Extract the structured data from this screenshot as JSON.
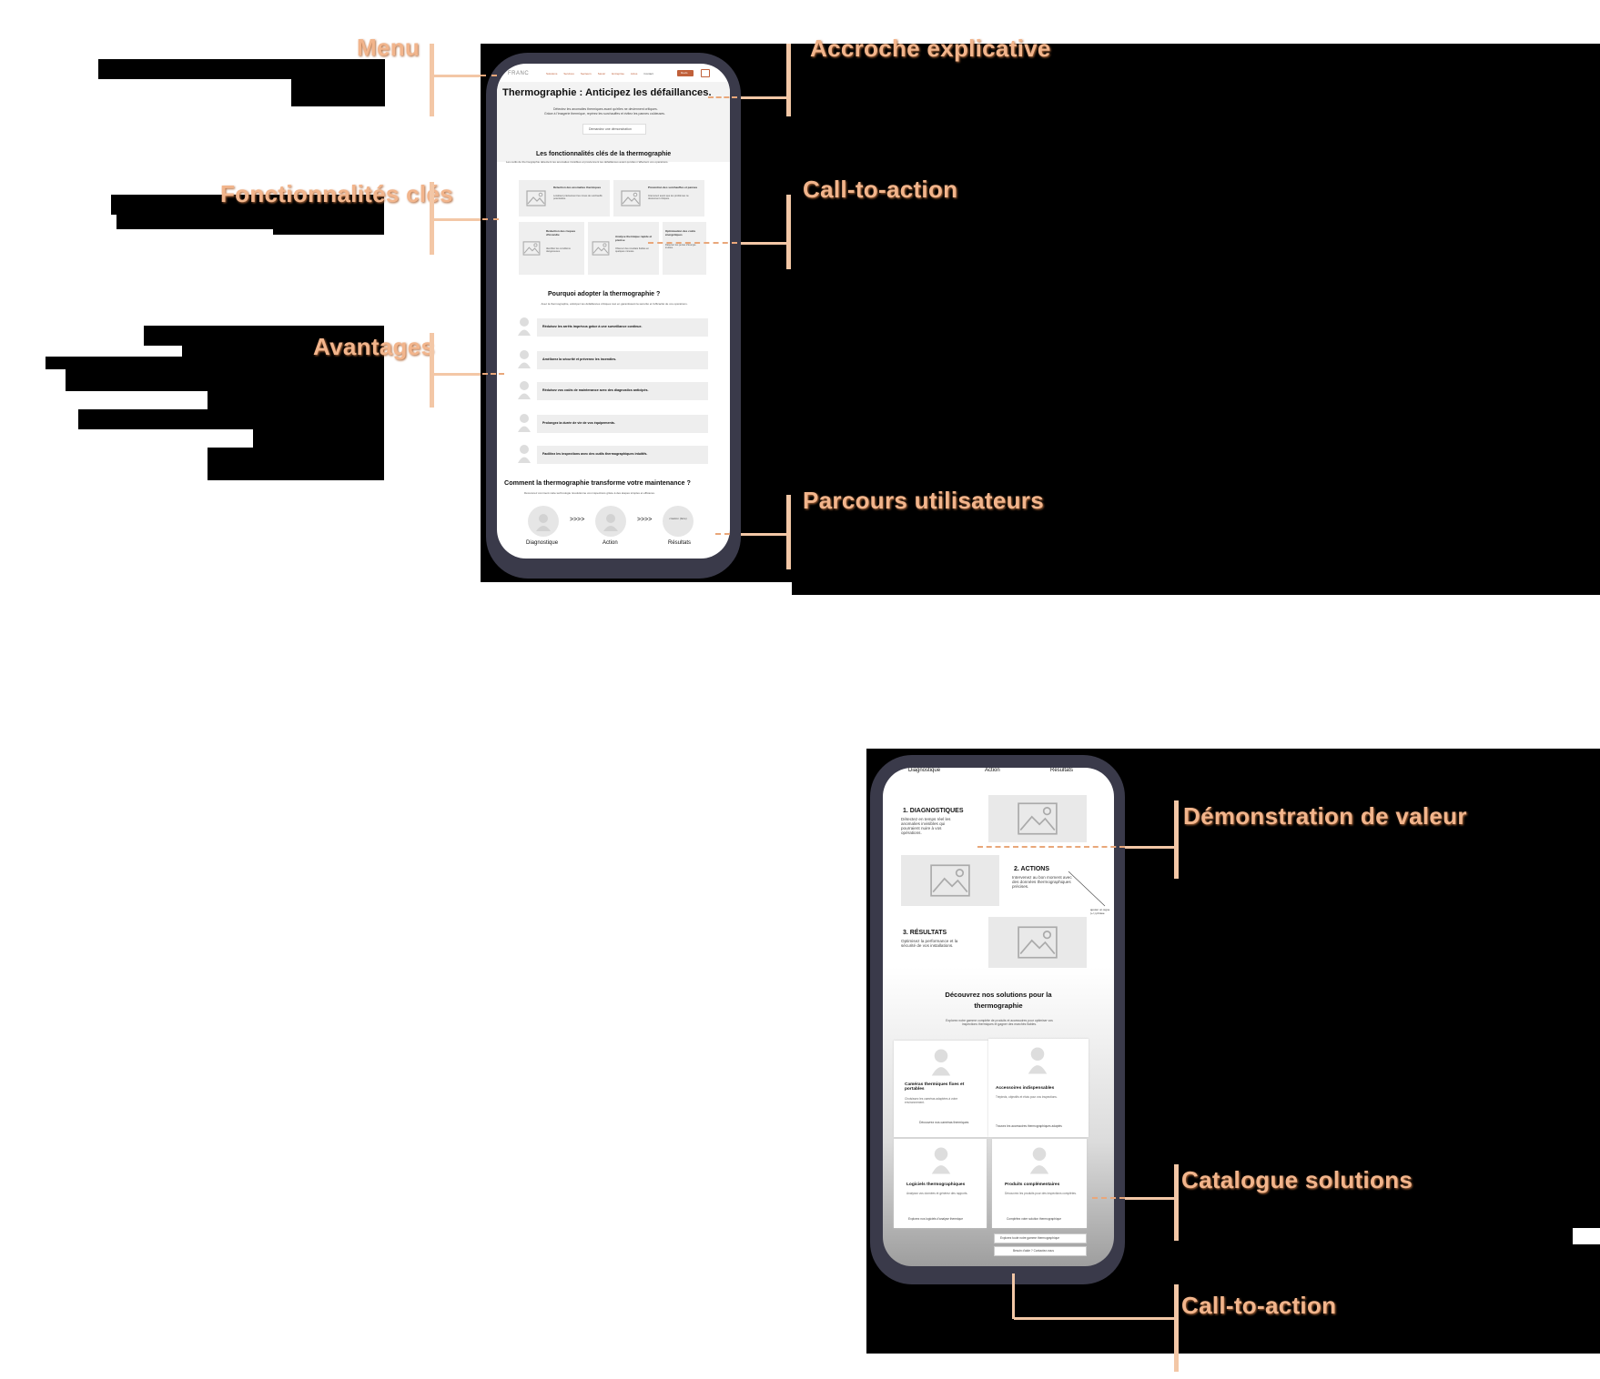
{
  "annotations": {
    "menu": "Menu",
    "accroche": "Accroche explicative",
    "fonctionnalites": "Fonctionnalités clés",
    "call_to_action_1": "Call-to-action",
    "avantages": "Avantages",
    "parcours": "Parcours utilisateurs",
    "demonstration": "Démonstration de valeur",
    "catalogue": "Catalogue solutions",
    "call_to_action_2": "Call-to-action"
  },
  "phone1": {
    "logo": "FRANC",
    "nav_items": [
      "Solutions",
      "Services",
      "Secteurs",
      "Savoir",
      "Entreprise",
      "Actus",
      "Contact"
    ],
    "nav_button": "Devis",
    "hero_title": "Thermographie : Anticipez les défaillances.",
    "hero_subtitle_1": "Détectez les anomalies thermiques avant qu'elles ne deviennent critiques.",
    "hero_subtitle_2": "Grâce à l'imagerie thermique, repérez les surchauffes et évitez les pannes coûteuses.",
    "hero_button": "Demandez une démonstration",
    "features_title": "Les fonctionnalités clés de la thermographie",
    "features_subtitle": "Les outils de thermographie détectent les anomalies invisibles et préviennent les défaillances avant qu'elles n'affectent vos opérations.",
    "features": [
      {
        "title": "Détection des anomalies thermiques",
        "text": "Localisez précisément les zones de surchauffe potentielles."
      },
      {
        "title": "Prévention des surchauffes et pannes",
        "text": "Intervenez avant que les problèmes ne deviennent critiques."
      },
      {
        "title": "Réduction des risques d'incendie",
        "text": "Identifiez les conditions dangereuses."
      },
      {
        "title": "Analyse thermique rapide et précise",
        "text": "Obtenez des résultats fiables en quelques minutes."
      },
      {
        "title": "Optimisation des coûts énergétiques",
        "text": "Détectez les pertes d'énergie inutiles."
      }
    ],
    "why_title": "Pourquoi adopter la thermographie ?",
    "why_subtitle": "Avec la thermographie, anticipez les défaillances critiques tout en garantissant la sécurité et l'efficacité de vos opérations.",
    "advantages": [
      "Réduisez les arrêts imprévus grâce à une surveillance continue.",
      "Améliorez la sécurité et prévenez les incendies.",
      "Réduisez vos coûts de maintenance avec des diagnostics anticipés.",
      "Prolongez la durée de vie de vos équipements.",
      "Facilitez les inspections avec des outils thermographiques intuitifs."
    ],
    "journey_title": "Comment la thermographie transforme votre maintenance ?",
    "journey_subtitle": "Découvrez comment cette technologie révolutionne vos inspections grâce à des étapes simples et efficaces.",
    "journey_arrow": ">>>>",
    "journey_steps": [
      "Diagnostique",
      "Action",
      "Résultats"
    ],
    "journey_circle_text": "création (faire)"
  },
  "phone2": {
    "top_labels": [
      "Diagnostique",
      "Action",
      "Résultats"
    ],
    "steps": [
      {
        "title": "1. DIAGNOSTIQUES",
        "text": "Détectez en temps réel les anomalies invisibles qui pourraient nuire à vos opérations."
      },
      {
        "title": "2. ACTIONS",
        "text": "Intervenez au bon moment avec des données thermographiques précises."
      },
      {
        "title": "3. RÉSULTATS",
        "text": "Optimisez la performance et la sécurité de vos installations."
      }
    ],
    "side_note": "ajouter un signe (+/-) phrase",
    "solutions_title": "Découvrez nos solutions pour la thermographie",
    "solutions_subtitle": "Explorez notre gamme complète de produits et accessoires pour optimiser vos inspections thermiques et gagner des marchés fiables.",
    "products": [
      {
        "title": "Caméras thermiques fixes et portables",
        "text": "Choisissez les caméras adaptées à votre environnement.",
        "link": "Découvrez nos caméras thermiques"
      },
      {
        "title": "Accessoires indispensables",
        "text": "Trépieds, objectifs et étuis pour vos inspections.",
        "link": "Trouvez les accessoires thermographiques adaptés"
      },
      {
        "title": "Logiciels thermographiques",
        "text": "Analysez vos données et générez des rapports.",
        "link": "Explorez nos logiciels d'analyse thermique"
      },
      {
        "title": "Produits complémentaires",
        "text": "Découvrez les produits pour des inspections complètes.",
        "link": "Complétez votre solution thermographique"
      }
    ],
    "cta_button_1": "Explorez toute notre gamme thermographique",
    "cta_button_2": "Besoin d'aide ? Contactez-nous"
  },
  "colors": {
    "annotation": "#f2b58c",
    "phone_frame": "#3a3a4a",
    "accent": "#c0603a"
  }
}
